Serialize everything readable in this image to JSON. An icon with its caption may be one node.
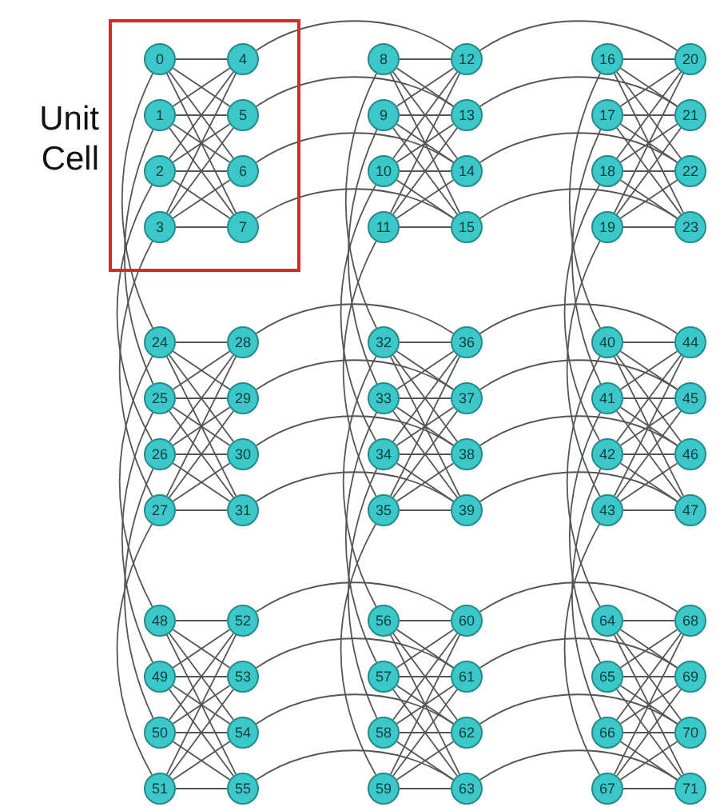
{
  "diagram": {
    "nodes": [
      {
        "text": [
          "Unit Cell"
        ]
      },
      {
        "text": [
          "0"
        ],
        "in": 0
      },
      {
        "text": [
          "1"
        ],
        "in": 0
      },
      {
        "text": [
          "2"
        ],
        "in": 0
      },
      {
        "text": [
          "3"
        ],
        "in": 0
      },
      {
        "text": [
          "4"
        ],
        "in": 0
      },
      {
        "text": [
          "5"
        ],
        "in": 0
      },
      {
        "text": [
          "6"
        ],
        "in": 0
      },
      {
        "text": [
          "7"
        ],
        "in": 0
      },
      {
        "text": [
          "8"
        ]
      },
      {
        "text": [
          "9"
        ]
      },
      {
        "text": [
          "10"
        ]
      },
      {
        "text": [
          "11"
        ]
      },
      {
        "text": [
          "12"
        ]
      },
      {
        "text": [
          "13"
        ]
      },
      {
        "text": [
          "14"
        ]
      },
      {
        "text": [
          "15"
        ]
      },
      {
        "text": [
          "16"
        ]
      },
      {
        "text": [
          "17"
        ]
      },
      {
        "text": [
          "18"
        ]
      },
      {
        "text": [
          "19"
        ]
      },
      {
        "text": [
          "20"
        ]
      },
      {
        "text": [
          "21"
        ]
      },
      {
        "text": [
          "22"
        ]
      },
      {
        "text": [
          "23"
        ]
      },
      {
        "text": [
          "24"
        ]
      },
      {
        "text": [
          "25"
        ]
      },
      {
        "text": [
          "26"
        ]
      },
      {
        "text": [
          "27"
        ]
      },
      {
        "text": [
          "28"
        ]
      },
      {
        "text": [
          "29"
        ]
      },
      {
        "text": [
          "30"
        ]
      },
      {
        "text": [
          "31"
        ]
      },
      {
        "text": [
          "32"
        ]
      },
      {
        "text": [
          "33"
        ]
      },
      {
        "text": [
          "34"
        ]
      },
      {
        "text": [
          "35"
        ]
      },
      {
        "text": [
          "36"
        ]
      },
      {
        "text": [
          "37"
        ]
      },
      {
        "text": [
          "38"
        ]
      },
      {
        "text": [
          "39"
        ]
      },
      {
        "text": [
          "40"
        ]
      },
      {
        "text": [
          "41"
        ]
      },
      {
        "text": [
          "42"
        ]
      },
      {
        "text": [
          "43"
        ]
      },
      {
        "text": [
          "44"
        ]
      },
      {
        "text": [
          "45"
        ]
      },
      {
        "text": [
          "46"
        ]
      },
      {
        "text": [
          "47"
        ]
      },
      {
        "text": [
          "48"
        ]
      },
      {
        "text": [
          "49"
        ]
      },
      {
        "text": [
          "50"
        ]
      },
      {
        "text": [
          "51"
        ]
      },
      {
        "text": [
          "52"
        ]
      },
      {
        "text": [
          "53"
        ]
      },
      {
        "text": [
          "54"
        ]
      },
      {
        "text": [
          "55"
        ]
      },
      {
        "text": [
          "56"
        ]
      },
      {
        "text": [
          "57"
        ]
      },
      {
        "text": [
          "58"
        ]
      },
      {
        "text": [
          "59"
        ]
      },
      {
        "text": [
          "60"
        ]
      },
      {
        "text": [
          "61"
        ]
      },
      {
        "text": [
          "62"
        ]
      },
      {
        "text": [
          "63"
        ]
      },
      {
        "text": [
          "64"
        ]
      },
      {
        "text": [
          "65"
        ]
      },
      {
        "text": [
          "66"
        ]
      },
      {
        "text": [
          "67"
        ]
      },
      {
        "text": [
          "68"
        ]
      },
      {
        "text": [
          "69"
        ]
      },
      {
        "text": [
          "70"
        ]
      },
      {
        "text": [
          "71"
        ]
      }
    ],
    "edges": [
      {
        "from": 1,
        "to": 5,
        "arrow": "none"
      },
      {
        "from": 1,
        "to": 6,
        "arrow": "none"
      },
      {
        "from": 1,
        "to": 7,
        "arrow": "none"
      },
      {
        "from": 1,
        "to": 8,
        "arrow": "none"
      },
      {
        "from": 2,
        "to": 5,
        "arrow": "none"
      },
      {
        "from": 2,
        "to": 6,
        "arrow": "none"
      },
      {
        "from": 2,
        "to": 7,
        "arrow": "none"
      },
      {
        "from": 2,
        "to": 8,
        "arrow": "none"
      },
      {
        "from": 3,
        "to": 5,
        "arrow": "none"
      },
      {
        "from": 3,
        "to": 6,
        "arrow": "none"
      },
      {
        "from": 3,
        "to": 7,
        "arrow": "none"
      },
      {
        "from": 3,
        "to": 8,
        "arrow": "none"
      },
      {
        "from": 4,
        "to": 5,
        "arrow": "none"
      },
      {
        "from": 4,
        "to": 6,
        "arrow": "none"
      },
      {
        "from": 4,
        "to": 7,
        "arrow": "none"
      },
      {
        "from": 4,
        "to": 8,
        "arrow": "none"
      },
      {
        "from": 9,
        "to": 13,
        "arrow": "none"
      },
      {
        "from": 9,
        "to": 14,
        "arrow": "none"
      },
      {
        "from": 9,
        "to": 15,
        "arrow": "none"
      },
      {
        "from": 9,
        "to": 16,
        "arrow": "none"
      },
      {
        "from": 10,
        "to": 13,
        "arrow": "none"
      },
      {
        "from": 10,
        "to": 14,
        "arrow": "none"
      },
      {
        "from": 10,
        "to": 15,
        "arrow": "none"
      },
      {
        "from": 10,
        "to": 16,
        "arrow": "none"
      },
      {
        "from": 11,
        "to": 13,
        "arrow": "none"
      },
      {
        "from": 11,
        "to": 14,
        "arrow": "none"
      },
      {
        "from": 11,
        "to": 15,
        "arrow": "none"
      },
      {
        "from": 11,
        "to": 16,
        "arrow": "none"
      },
      {
        "from": 12,
        "to": 13,
        "arrow": "none"
      },
      {
        "from": 12,
        "to": 14,
        "arrow": "none"
      },
      {
        "from": 12,
        "to": 15,
        "arrow": "none"
      },
      {
        "from": 12,
        "to": 16,
        "arrow": "none"
      },
      {
        "from": 17,
        "to": 21,
        "arrow": "none"
      },
      {
        "from": 17,
        "to": 22,
        "arrow": "none"
      },
      {
        "from": 17,
        "to": 23,
        "arrow": "none"
      },
      {
        "from": 17,
        "to": 24,
        "arrow": "none"
      },
      {
        "from": 18,
        "to": 21,
        "arrow": "none"
      },
      {
        "from": 18,
        "to": 22,
        "arrow": "none"
      },
      {
        "from": 18,
        "to": 23,
        "arrow": "none"
      },
      {
        "from": 18,
        "to": 24,
        "arrow": "none"
      },
      {
        "from": 19,
        "to": 21,
        "arrow": "none"
      },
      {
        "from": 19,
        "to": 22,
        "arrow": "none"
      },
      {
        "from": 19,
        "to": 23,
        "arrow": "none"
      },
      {
        "from": 19,
        "to": 24,
        "arrow": "none"
      },
      {
        "from": 20,
        "to": 21,
        "arrow": "none"
      },
      {
        "from": 20,
        "to": 22,
        "arrow": "none"
      },
      {
        "from": 20,
        "to": 23,
        "arrow": "none"
      },
      {
        "from": 20,
        "to": 24,
        "arrow": "none"
      },
      {
        "from": 25,
        "to": 29,
        "arrow": "none"
      },
      {
        "from": 25,
        "to": 30,
        "arrow": "none"
      },
      {
        "from": 25,
        "to": 31,
        "arrow": "none"
      },
      {
        "from": 25,
        "to": 32,
        "arrow": "none"
      },
      {
        "from": 26,
        "to": 29,
        "arrow": "none"
      },
      {
        "from": 26,
        "to": 30,
        "arrow": "none"
      },
      {
        "from": 26,
        "to": 31,
        "arrow": "none"
      },
      {
        "from": 26,
        "to": 32,
        "arrow": "none"
      },
      {
        "from": 27,
        "to": 29,
        "arrow": "none"
      },
      {
        "from": 27,
        "to": 30,
        "arrow": "none"
      },
      {
        "from": 27,
        "to": 31,
        "arrow": "none"
      },
      {
        "from": 27,
        "to": 32,
        "arrow": "none"
      },
      {
        "from": 28,
        "to": 29,
        "arrow": "none"
      },
      {
        "from": 28,
        "to": 30,
        "arrow": "none"
      },
      {
        "from": 28,
        "to": 31,
        "arrow": "none"
      },
      {
        "from": 28,
        "to": 32,
        "arrow": "none"
      },
      {
        "from": 33,
        "to": 37,
        "arrow": "none"
      },
      {
        "from": 33,
        "to": 38,
        "arrow": "none"
      },
      {
        "from": 33,
        "to": 39,
        "arrow": "none"
      },
      {
        "from": 33,
        "to": 40,
        "arrow": "none"
      },
      {
        "from": 34,
        "to": 37,
        "arrow": "none"
      },
      {
        "from": 34,
        "to": 38,
        "arrow": "none"
      },
      {
        "from": 34,
        "to": 39,
        "arrow": "none"
      },
      {
        "from": 34,
        "to": 40,
        "arrow": "none"
      },
      {
        "from": 35,
        "to": 37,
        "arrow": "none"
      },
      {
        "from": 35,
        "to": 38,
        "arrow": "none"
      },
      {
        "from": 35,
        "to": 39,
        "arrow": "none"
      },
      {
        "from": 35,
        "to": 40,
        "arrow": "none"
      },
      {
        "from": 36,
        "to": 37,
        "arrow": "none"
      },
      {
        "from": 36,
        "to": 38,
        "arrow": "none"
      },
      {
        "from": 36,
        "to": 39,
        "arrow": "none"
      },
      {
        "from": 36,
        "to": 40,
        "arrow": "none"
      },
      {
        "from": 41,
        "to": 45,
        "arrow": "none"
      },
      {
        "from": 41,
        "to": 46,
        "arrow": "none"
      },
      {
        "from": 41,
        "to": 47,
        "arrow": "none"
      },
      {
        "from": 41,
        "to": 48,
        "arrow": "none"
      },
      {
        "from": 42,
        "to": 45,
        "arrow": "none"
      },
      {
        "from": 42,
        "to": 46,
        "arrow": "none"
      },
      {
        "from": 42,
        "to": 47,
        "arrow": "none"
      },
      {
        "from": 42,
        "to": 48,
        "arrow": "none"
      },
      {
        "from": 43,
        "to": 45,
        "arrow": "none"
      },
      {
        "from": 43,
        "to": 46,
        "arrow": "none"
      },
      {
        "from": 43,
        "to": 47,
        "arrow": "none"
      },
      {
        "from": 43,
        "to": 48,
        "arrow": "none"
      },
      {
        "from": 44,
        "to": 45,
        "arrow": "none"
      },
      {
        "from": 44,
        "to": 46,
        "arrow": "none"
      },
      {
        "from": 44,
        "to": 47,
        "arrow": "none"
      },
      {
        "from": 44,
        "to": 48,
        "arrow": "none"
      },
      {
        "from": 49,
        "to": 53,
        "arrow": "none"
      },
      {
        "from": 49,
        "to": 54,
        "arrow": "none"
      },
      {
        "from": 49,
        "to": 55,
        "arrow": "none"
      },
      {
        "from": 49,
        "to": 56,
        "arrow": "none"
      },
      {
        "from": 50,
        "to": 53,
        "arrow": "none"
      },
      {
        "from": 50,
        "to": 54,
        "arrow": "none"
      },
      {
        "from": 50,
        "to": 55,
        "arrow": "none"
      },
      {
        "from": 50,
        "to": 56,
        "arrow": "none"
      },
      {
        "from": 51,
        "to": 53,
        "arrow": "none"
      },
      {
        "from": 51,
        "to": 54,
        "arrow": "none"
      },
      {
        "from": 51,
        "to": 55,
        "arrow": "none"
      },
      {
        "from": 51,
        "to": 56,
        "arrow": "none"
      },
      {
        "from": 52,
        "to": 53,
        "arrow": "none"
      },
      {
        "from": 52,
        "to": 54,
        "arrow": "none"
      },
      {
        "from": 52,
        "to": 55,
        "arrow": "none"
      },
      {
        "from": 52,
        "to": 56,
        "arrow": "none"
      },
      {
        "from": 57,
        "to": 61,
        "arrow": "none"
      },
      {
        "from": 57,
        "to": 62,
        "arrow": "none"
      },
      {
        "from": 57,
        "to": 63,
        "arrow": "none"
      },
      {
        "from": 57,
        "to": 64,
        "arrow": "none"
      },
      {
        "from": 58,
        "to": 61,
        "arrow": "none"
      },
      {
        "from": 58,
        "to": 62,
        "arrow": "none"
      },
      {
        "from": 58,
        "to": 63,
        "arrow": "none"
      },
      {
        "from": 58,
        "to": 64,
        "arrow": "none"
      },
      {
        "from": 59,
        "to": 61,
        "arrow": "none"
      },
      {
        "from": 59,
        "to": 62,
        "arrow": "none"
      },
      {
        "from": 59,
        "to": 63,
        "arrow": "none"
      },
      {
        "from": 59,
        "to": 64,
        "arrow": "none"
      },
      {
        "from": 60,
        "to": 61,
        "arrow": "none"
      },
      {
        "from": 60,
        "to": 62,
        "arrow": "none"
      },
      {
        "from": 60,
        "to": 63,
        "arrow": "none"
      },
      {
        "from": 60,
        "to": 64,
        "arrow": "none"
      },
      {
        "from": 65,
        "to": 69,
        "arrow": "none"
      },
      {
        "from": 65,
        "to": 70,
        "arrow": "none"
      },
      {
        "from": 65,
        "to": 71,
        "arrow": "none"
      },
      {
        "from": 65,
        "to": 72,
        "arrow": "none"
      },
      {
        "from": 66,
        "to": 69,
        "arrow": "none"
      },
      {
        "from": 66,
        "to": 70,
        "arrow": "none"
      },
      {
        "from": 66,
        "to": 71,
        "arrow": "none"
      },
      {
        "from": 66,
        "to": 72,
        "arrow": "none"
      },
      {
        "from": 67,
        "to": 69,
        "arrow": "none"
      },
      {
        "from": 67,
        "to": 70,
        "arrow": "none"
      },
      {
        "from": 67,
        "to": 71,
        "arrow": "none"
      },
      {
        "from": 67,
        "to": 72,
        "arrow": "none"
      },
      {
        "from": 68,
        "to": 69,
        "arrow": "none"
      },
      {
        "from": 68,
        "to": 70,
        "arrow": "none"
      },
      {
        "from": 68,
        "to": 71,
        "arrow": "none"
      },
      {
        "from": 68,
        "to": 72,
        "arrow": "none"
      },
      {
        "from": 5,
        "to": 13,
        "arrow": "none"
      },
      {
        "from": 6,
        "to": 14,
        "arrow": "none"
      },
      {
        "from": 7,
        "to": 15,
        "arrow": "none"
      },
      {
        "from": 8,
        "to": 16,
        "arrow": "none"
      },
      {
        "from": 13,
        "to": 21,
        "arrow": "none"
      },
      {
        "from": 14,
        "to": 22,
        "arrow": "none"
      },
      {
        "from": 15,
        "to": 23,
        "arrow": "none"
      },
      {
        "from": 16,
        "to": 24,
        "arrow": "none"
      },
      {
        "from": 29,
        "to": 37,
        "arrow": "none"
      },
      {
        "from": 30,
        "to": 38,
        "arrow": "none"
      },
      {
        "from": 31,
        "to": 39,
        "arrow": "none"
      },
      {
        "from": 32,
        "to": 40,
        "arrow": "none"
      },
      {
        "from": 37,
        "to": 45,
        "arrow": "none"
      },
      {
        "from": 38,
        "to": 46,
        "arrow": "none"
      },
      {
        "from": 39,
        "to": 47,
        "arrow": "none"
      },
      {
        "from": 40,
        "to": 48,
        "arrow": "none"
      },
      {
        "from": 53,
        "to": 61,
        "arrow": "none"
      },
      {
        "from": 54,
        "to": 62,
        "arrow": "none"
      },
      {
        "from": 55,
        "to": 63,
        "arrow": "none"
      },
      {
        "from": 56,
        "to": 64,
        "arrow": "none"
      },
      {
        "from": 61,
        "to": 69,
        "arrow": "none"
      },
      {
        "from": 62,
        "to": 70,
        "arrow": "none"
      },
      {
        "from": 63,
        "to": 71,
        "arrow": "none"
      },
      {
        "from": 64,
        "to": 72,
        "arrow": "none"
      },
      {
        "from": 1,
        "to": 25,
        "arrow": "none"
      },
      {
        "from": 2,
        "to": 26,
        "arrow": "none"
      },
      {
        "from": 3,
        "to": 27,
        "arrow": "none"
      },
      {
        "from": 4,
        "to": 28,
        "arrow": "none"
      },
      {
        "from": 9,
        "to": 33,
        "arrow": "none"
      },
      {
        "from": 10,
        "to": 34,
        "arrow": "none"
      },
      {
        "from": 11,
        "to": 35,
        "arrow": "none"
      },
      {
        "from": 12,
        "to": 36,
        "arrow": "none"
      },
      {
        "from": 17,
        "to": 41,
        "arrow": "none"
      },
      {
        "from": 18,
        "to": 42,
        "arrow": "none"
      },
      {
        "from": 19,
        "to": 43,
        "arrow": "none"
      },
      {
        "from": 20,
        "to": 44,
        "arrow": "none"
      },
      {
        "from": 25,
        "to": 49,
        "arrow": "none"
      },
      {
        "from": 26,
        "to": 50,
        "arrow": "none"
      },
      {
        "from": 27,
        "to": 51,
        "arrow": "none"
      },
      {
        "from": 28,
        "to": 52,
        "arrow": "none"
      },
      {
        "from": 33,
        "to": 57,
        "arrow": "none"
      },
      {
        "from": 34,
        "to": 58,
        "arrow": "none"
      },
      {
        "from": 35,
        "to": 59,
        "arrow": "none"
      },
      {
        "from": 36,
        "to": 60,
        "arrow": "none"
      },
      {
        "from": 41,
        "to": 65,
        "arrow": "none"
      },
      {
        "from": 42,
        "to": 66,
        "arrow": "none"
      },
      {
        "from": 43,
        "to": 67,
        "arrow": "none"
      },
      {
        "from": 44,
        "to": 68,
        "arrow": "none"
      }
    ]
  }
}
